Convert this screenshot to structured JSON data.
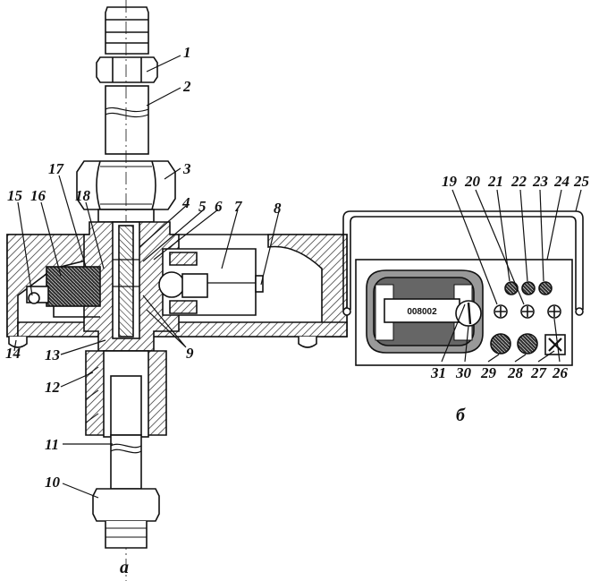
{
  "figure": {
    "view_a": {
      "caption": "а",
      "labels": [
        "1",
        "2",
        "3",
        "4",
        "5",
        "6",
        "7",
        "8",
        "9",
        "10",
        "11",
        "12",
        "13",
        "14",
        "15",
        "16",
        "17",
        "18"
      ]
    },
    "view_b": {
      "caption": "б",
      "counter_text": "008002",
      "labels": [
        "19",
        "20",
        "21",
        "22",
        "23",
        "24",
        "25",
        "26",
        "27",
        "28",
        "29",
        "30",
        "31"
      ]
    }
  },
  "colors": {
    "ink": "#111111",
    "paper": "#ffffff",
    "hatch": "#222222"
  }
}
